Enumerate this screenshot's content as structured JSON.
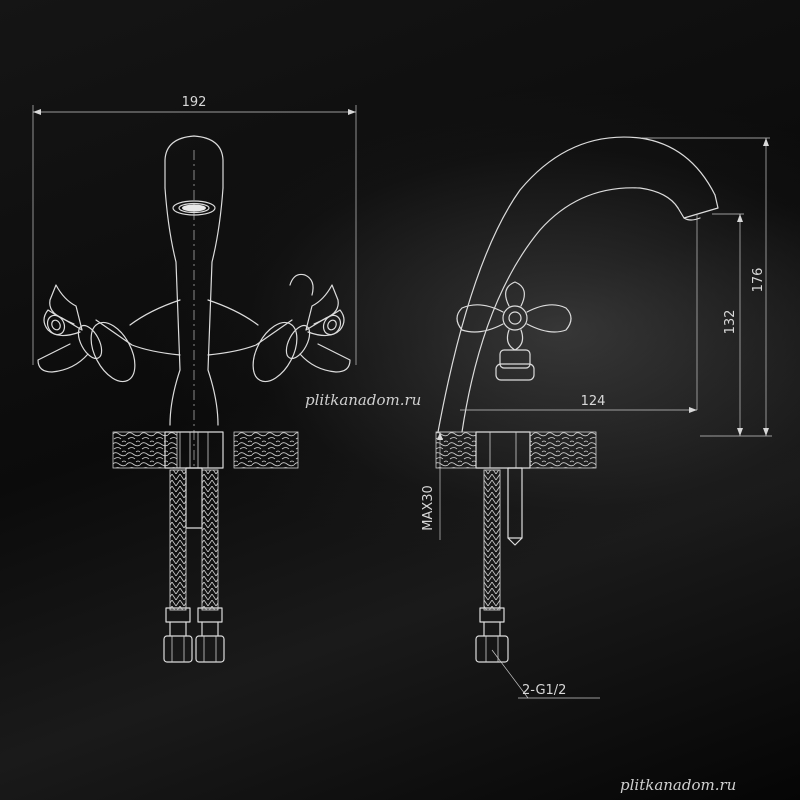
{
  "dimensions": {
    "width_label": "192",
    "height_label": "176",
    "outlet_height_label": "132",
    "reach_label": "124",
    "max_thickness_label": "MAX30",
    "thread_label": "2-G1/2"
  },
  "watermarks": {
    "center": "plitkanadom.ru",
    "corner": "plitkanadom.ru"
  },
  "colors": {
    "line": "#dcdcdc",
    "background": "#0a0a0a"
  }
}
